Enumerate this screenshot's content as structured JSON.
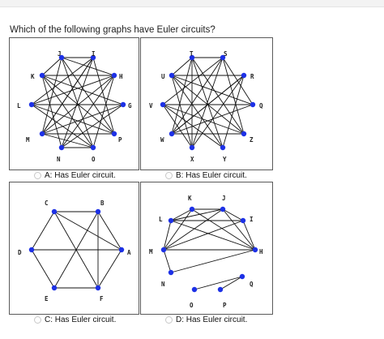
{
  "question": "Which of the following graphs have Euler circuits?",
  "options": [
    {
      "label": "A: Has Euler circuit."
    },
    {
      "label": "B: Has Euler circuit."
    },
    {
      "label": "C: Has Euler circuit."
    },
    {
      "label": "D: Has Euler circuit."
    }
  ],
  "graphs": [
    {
      "nodes": {
        "J": {
          "label": "J"
        },
        "I": {
          "label": "I"
        },
        "H": {
          "label": "H"
        },
        "G": {
          "label": "G"
        },
        "P": {
          "label": "P"
        },
        "O": {
          "label": "O"
        },
        "N": {
          "label": "N"
        },
        "M": {
          "label": "M"
        },
        "L": {
          "label": "L"
        },
        "K": {
          "label": "K"
        }
      },
      "edges": [
        [
          "J",
          "I"
        ],
        [
          "J",
          "O"
        ],
        [
          "J",
          "P"
        ],
        [
          "J",
          "M"
        ],
        [
          "J",
          "H"
        ],
        [
          "I",
          "N"
        ],
        [
          "I",
          "L"
        ],
        [
          "I",
          "P"
        ],
        [
          "I",
          "M"
        ],
        [
          "H",
          "L"
        ],
        [
          "H",
          "N"
        ],
        [
          "H",
          "M"
        ],
        [
          "H",
          "O"
        ],
        [
          "G",
          "K"
        ],
        [
          "G",
          "M"
        ],
        [
          "G",
          "N"
        ],
        [
          "G",
          "L"
        ],
        [
          "P",
          "K"
        ],
        [
          "P",
          "M"
        ],
        [
          "O",
          "K"
        ],
        [
          "O",
          "L"
        ],
        [
          "O",
          "M"
        ],
        [
          "N",
          "K"
        ],
        [
          "N",
          "O"
        ],
        [
          "L",
          "P"
        ],
        [
          "K",
          "H"
        ],
        [
          "K",
          "J"
        ],
        [
          "M",
          "I"
        ]
      ]
    },
    {
      "nodes": {
        "T": {
          "label": "T"
        },
        "S": {
          "label": "S"
        },
        "R": {
          "label": "R"
        },
        "Q": {
          "label": "Q"
        },
        "Z": {
          "label": "Z"
        },
        "Y": {
          "label": "Y"
        },
        "X": {
          "label": "X"
        },
        "W": {
          "label": "W"
        },
        "V": {
          "label": "V"
        },
        "U": {
          "label": "U"
        }
      },
      "edges": [
        [
          "T",
          "S"
        ],
        [
          "T",
          "W"
        ],
        [
          "T",
          "Y"
        ],
        [
          "T",
          "X"
        ],
        [
          "T",
          "Z"
        ],
        [
          "S",
          "X"
        ],
        [
          "S",
          "W"
        ],
        [
          "S",
          "Z"
        ],
        [
          "S",
          "Q"
        ],
        [
          "R",
          "U"
        ],
        [
          "R",
          "X"
        ],
        [
          "R",
          "W"
        ],
        [
          "R",
          "Y"
        ],
        [
          "Q",
          "U"
        ],
        [
          "Q",
          "W"
        ],
        [
          "Q",
          "V"
        ],
        [
          "Z",
          "V"
        ],
        [
          "Z",
          "U"
        ],
        [
          "Y",
          "V"
        ],
        [
          "Y",
          "U"
        ],
        [
          "X",
          "U"
        ],
        [
          "X",
          "V"
        ],
        [
          "W",
          "Z"
        ],
        [
          "U",
          "T"
        ],
        [
          "V",
          "S"
        ],
        [
          "W",
          "R"
        ]
      ]
    },
    {
      "nodes": {
        "C": {
          "label": "C"
        },
        "B": {
          "label": "B"
        },
        "A": {
          "label": "A"
        },
        "F": {
          "label": "F"
        },
        "E": {
          "label": "E"
        },
        "D": {
          "label": "D"
        }
      },
      "edges": [
        [
          "C",
          "B"
        ],
        [
          "B",
          "A"
        ],
        [
          "A",
          "F"
        ],
        [
          "E",
          "F"
        ],
        [
          "D",
          "E"
        ],
        [
          "D",
          "C"
        ],
        [
          "C",
          "F"
        ],
        [
          "C",
          "A"
        ],
        [
          "B",
          "E"
        ],
        [
          "D",
          "A"
        ],
        [
          "B",
          "F"
        ]
      ]
    },
    {
      "nodes": {
        "K": {
          "label": "K"
        },
        "J": {
          "label": "J"
        },
        "I": {
          "label": "I"
        },
        "H": {
          "label": "H"
        },
        "L": {
          "label": "L"
        },
        "M": {
          "label": "M"
        },
        "N": {
          "label": "N"
        },
        "O": {
          "label": "O"
        },
        "P": {
          "label": "P"
        },
        "Q": {
          "label": "Q"
        }
      },
      "edges": [
        [
          "K",
          "J"
        ],
        [
          "J",
          "I"
        ],
        [
          "I",
          "H"
        ],
        [
          "L",
          "K"
        ],
        [
          "L",
          "J"
        ],
        [
          "L",
          "I"
        ],
        [
          "L",
          "H"
        ],
        [
          "M",
          "K"
        ],
        [
          "M",
          "J"
        ],
        [
          "M",
          "I"
        ],
        [
          "M",
          "H"
        ],
        [
          "K",
          "H"
        ],
        [
          "J",
          "H"
        ],
        [
          "M",
          "N"
        ],
        [
          "N",
          "H"
        ],
        [
          "O",
          "Q"
        ],
        [
          "Q",
          "P"
        ],
        [
          "L",
          "M"
        ]
      ]
    }
  ]
}
